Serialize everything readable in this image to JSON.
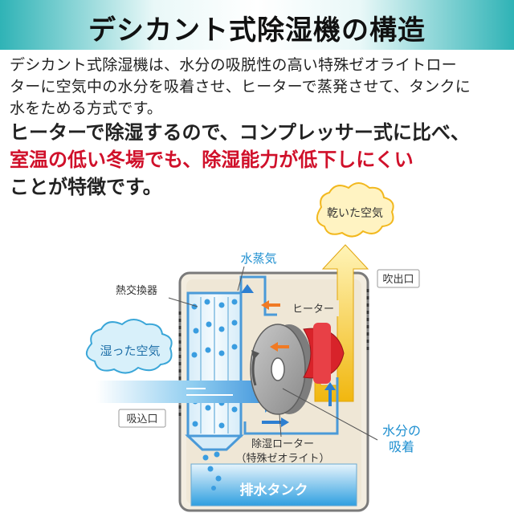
{
  "title": "デシカント式除湿機の構造",
  "intro_lines": [
    "デシカント式除湿機は、水分の吸脱性の高い特殊ゼオライトロー",
    "ターに空気中の水分を吸着させ、ヒーターで蒸発させて、タンクに",
    "水をためる方式です。"
  ],
  "highlight": {
    "line1": "ヒーターで除湿するので、コンプレッサー式に比べ、",
    "line2_red": "室温の低い冬場でも、除湿能力が低下しにくい",
    "line3": "ことが特徴です。"
  },
  "diagram": {
    "dry_air": "乾いた空気",
    "water_vapor": "水蒸気",
    "outlet": "吹出口",
    "heat_exchanger": "熱交換器",
    "heater": "ヒーター",
    "humid_air": "湿った空気",
    "intake": "吸込口",
    "moisture_adsorption_1": "水分の",
    "moisture_adsorption_2": "吸着",
    "rotor_1": "除湿ローター",
    "rotor_2": "（特殊ゼオライト）",
    "drain_tank": "排水タンク"
  },
  "colors": {
    "accent_teal": "#2fb3b6",
    "highlight_red": "#d0102a",
    "label_blue": "#1e8fd0",
    "airflow_yellow": "#f4c11a",
    "heater_red": "#d8232a",
    "arrow_blue": "#2d7fd1",
    "arrow_orange": "#f07a24"
  }
}
